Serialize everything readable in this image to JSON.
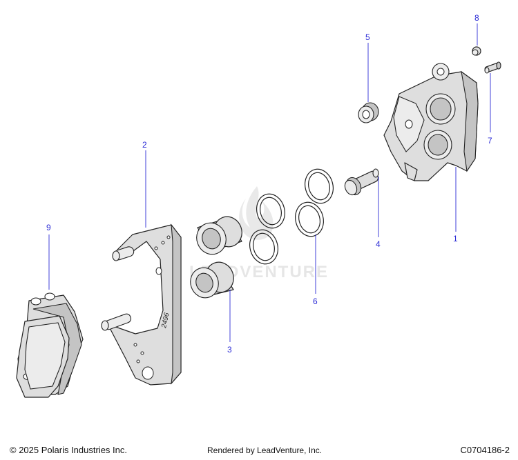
{
  "callouts": {
    "c1": "1",
    "c2": "2",
    "c3": "3",
    "c4": "4",
    "c5": "5",
    "c6": "6",
    "c7": "7",
    "c8": "8",
    "c9": "9"
  },
  "bracket_stamp": "2496",
  "watermark": "LEADVENTURE",
  "footer": {
    "copyright": "© 2025 Polaris Industries Inc.",
    "rendered_by": "Rendered by LeadVenture, Inc.",
    "diagram_code": "C0704186-2"
  },
  "colors": {
    "callout": "#2b2bd6",
    "part_fill": "#dedede",
    "outline": "#222222"
  }
}
